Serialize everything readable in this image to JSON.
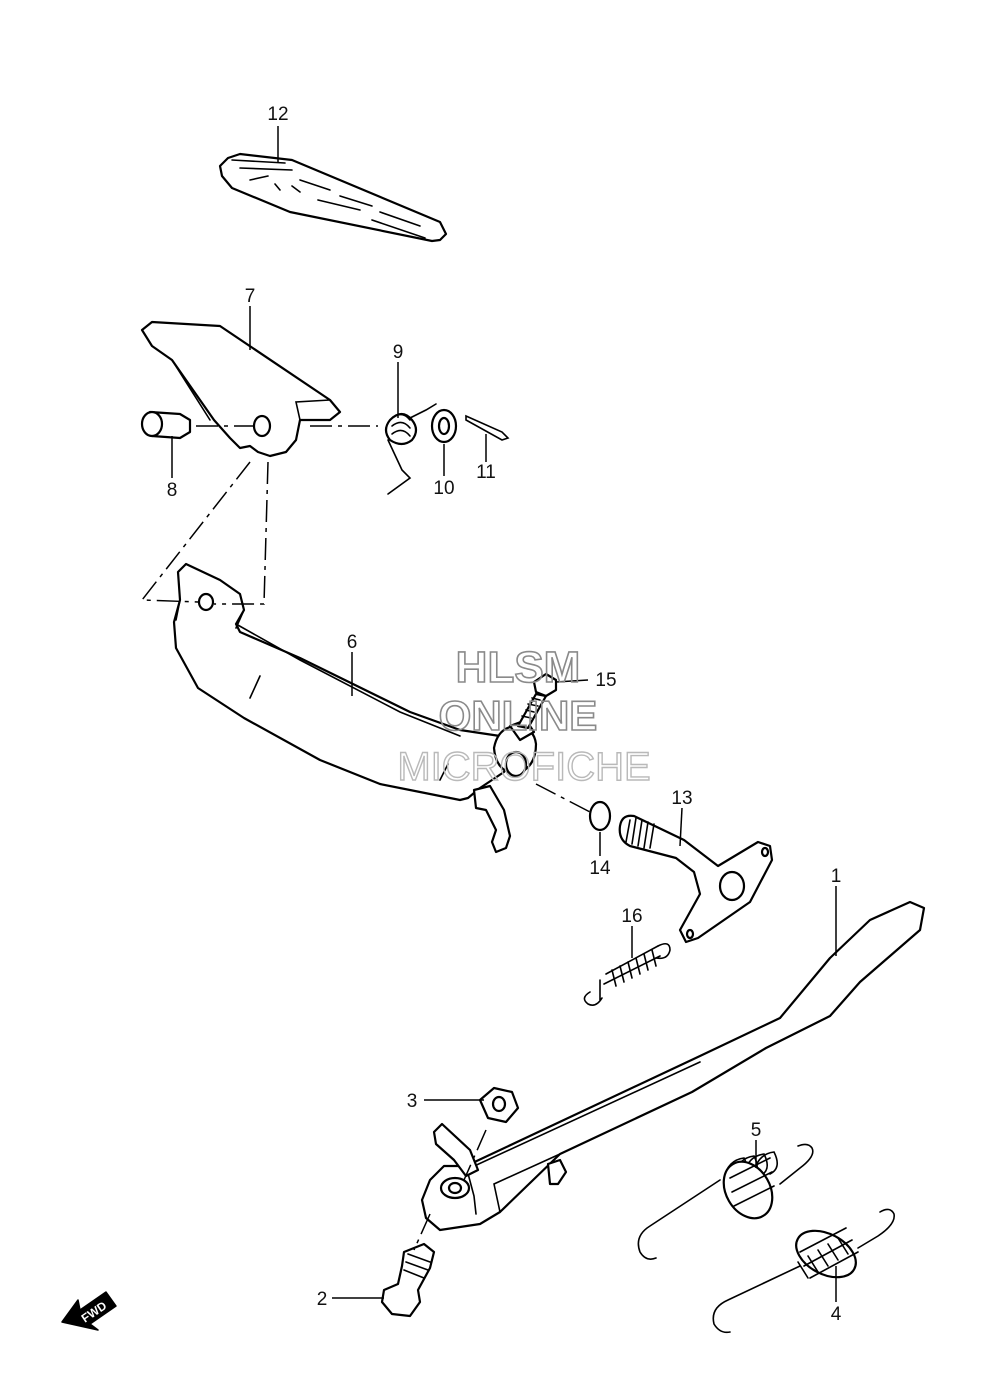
{
  "diagram": {
    "callouts": [
      {
        "id": "1",
        "text": "1"
      },
      {
        "id": "2",
        "text": "2"
      },
      {
        "id": "3",
        "text": "3"
      },
      {
        "id": "4",
        "text": "4"
      },
      {
        "id": "5",
        "text": "5"
      },
      {
        "id": "6",
        "text": "6"
      },
      {
        "id": "7",
        "text": "7"
      },
      {
        "id": "8",
        "text": "8"
      },
      {
        "id": "9",
        "text": "9"
      },
      {
        "id": "10",
        "text": "10"
      },
      {
        "id": "11",
        "text": "11"
      },
      {
        "id": "12",
        "text": "12"
      },
      {
        "id": "13",
        "text": "13"
      },
      {
        "id": "14",
        "text": "14"
      },
      {
        "id": "15",
        "text": "15"
      },
      {
        "id": "16",
        "text": "16"
      }
    ],
    "watermark": {
      "line1": "HLSM",
      "line2": "ONLINE",
      "line3": "MICROFICHE"
    },
    "fwd_arrow": {
      "text": "FWD",
      "icon": "fwd-arrow-icon"
    }
  }
}
